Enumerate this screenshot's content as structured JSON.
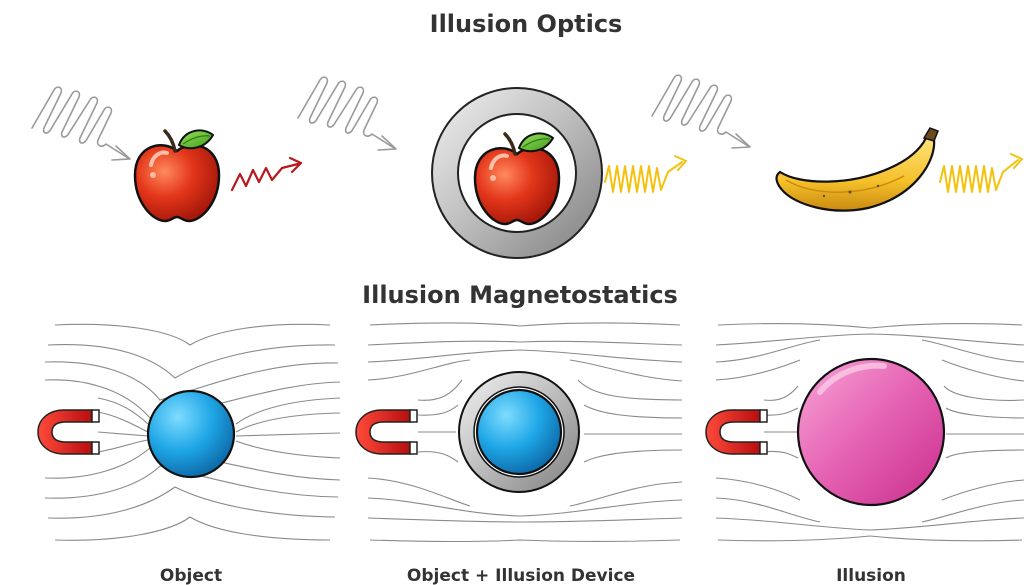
{
  "titles": {
    "optics": "Illusion Optics",
    "magnetostatics": "Illusion Magnetostatics"
  },
  "captions": {
    "object": "Object",
    "object_device": "Object + Illusion Device",
    "illusion": "Illusion"
  },
  "colors": {
    "incoming_wave": "#9a9a9a",
    "apple_scatter_wave": "#b8181c",
    "banana_scatter_wave": "#f4c20d",
    "apple_red": "#d62a12",
    "leaf_green": "#5fbf2c",
    "banana_yellow": "#f5c52a",
    "shell_gray": "#b9b9b9",
    "object_blue": "#1aa4e4",
    "illusion_pink": "#e86bb8",
    "magnet_red": "#e01c1c",
    "field_line": "#8a8a8a",
    "title_text": "#333333"
  },
  "icons": {
    "incoming_waves": "wavy-arrow-icon",
    "apple": "apple-icon",
    "banana": "banana-icon",
    "magnet": "horseshoe-magnet-icon"
  }
}
